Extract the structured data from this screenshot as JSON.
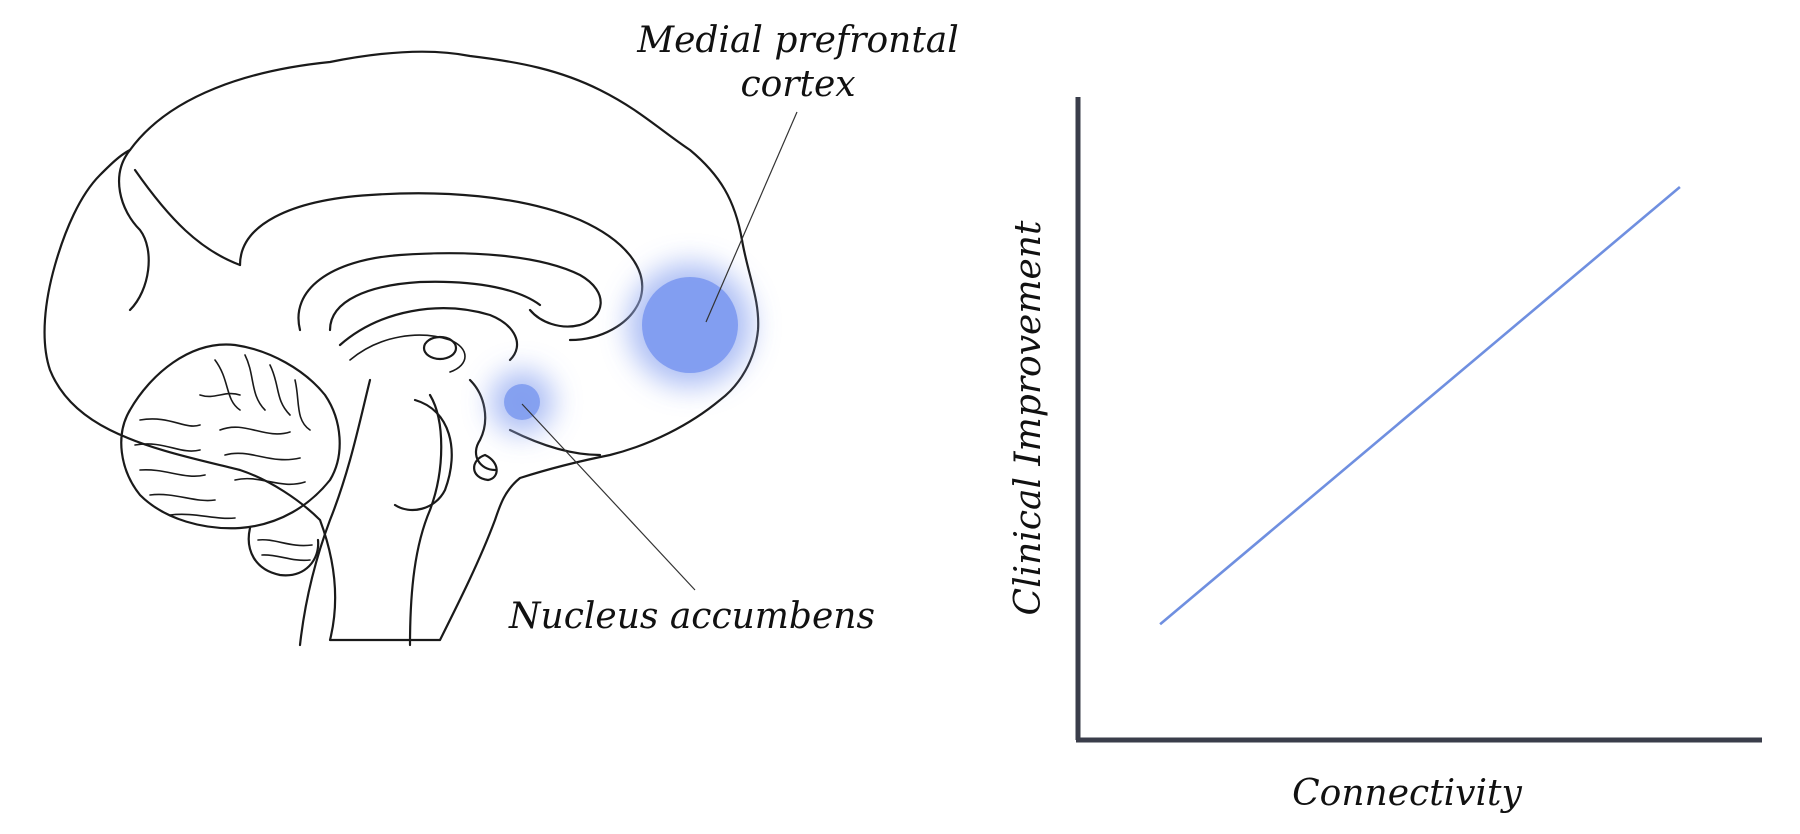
{
  "diagram": {
    "labels": {
      "mpfc_line1": "Medial prefrontal",
      "mpfc_line2": "cortex",
      "nucleus_accumbens": "Nucleus accumbens"
    },
    "highlight_color": "#7f9cf0"
  },
  "chart_data": {
    "type": "line",
    "xlabel": "Connectivity",
    "ylabel": "Clinical Improvement",
    "series": [
      {
        "values": [
          {
            "x": 0.12,
            "y": 0.18
          },
          {
            "x": 0.88,
            "y": 0.86
          }
        ]
      }
    ],
    "xlim": [
      0,
      1
    ],
    "ylim": [
      0,
      1
    ],
    "ticks": "none",
    "grid": false,
    "line_color": "#6f8fe0",
    "axis_color": "#3a3d4a"
  }
}
